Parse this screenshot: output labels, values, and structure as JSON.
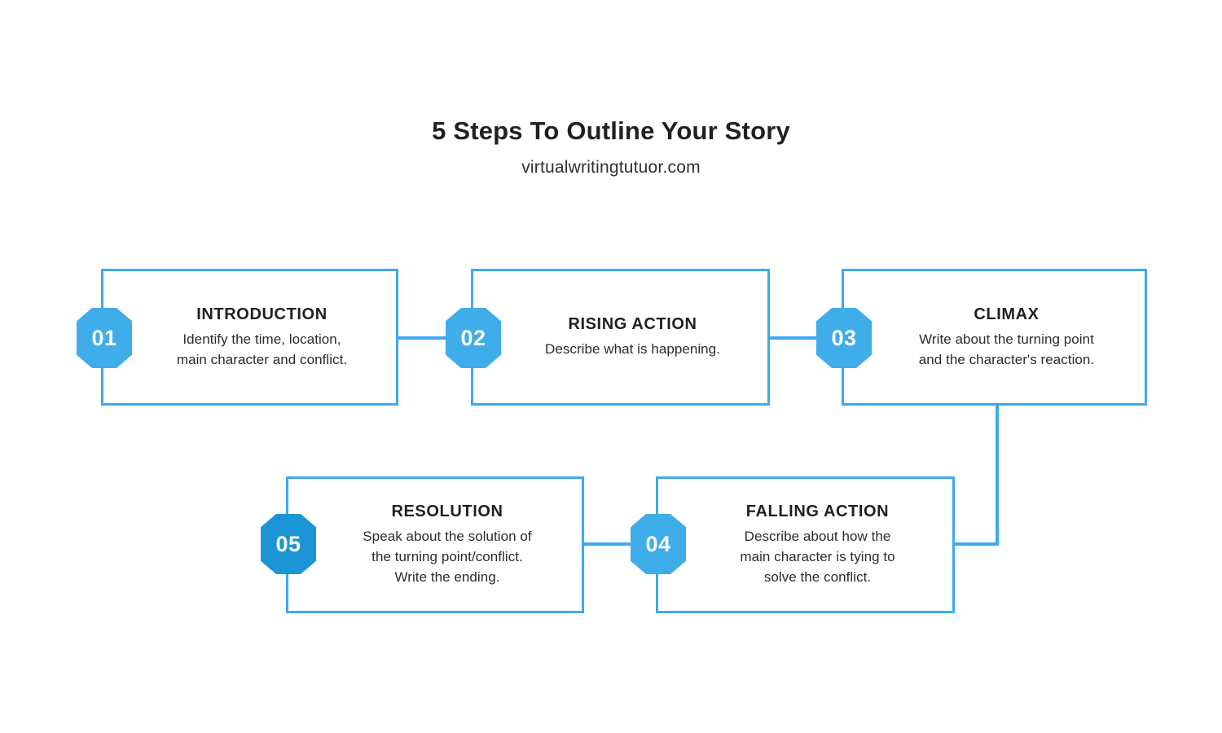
{
  "header": {
    "title": "5 Steps To Outline Your Story",
    "subtitle": "virtualwritingtutuor.com"
  },
  "colors": {
    "accent": "#3fa9ef",
    "badge": "#3fadea",
    "badge_deep": "#1b95d5",
    "text": "#231f20",
    "background": "#ffffff"
  },
  "steps": [
    {
      "number": "01",
      "title": "INTRODUCTION",
      "desc_lines": [
        "Identify the time, location,",
        "main character and conflict."
      ],
      "desc": "Identify the time, location, main character and conflict."
    },
    {
      "number": "02",
      "title": "RISING ACTION",
      "desc_lines": [
        "Describe what is happening."
      ],
      "desc": "Describe what is happening."
    },
    {
      "number": "03",
      "title": "CLIMAX",
      "desc_lines": [
        "Write about the turning point",
        "and the character's reaction."
      ],
      "desc": "Write about the turning point and the character's reaction."
    },
    {
      "number": "04",
      "title": "FALLING ACTION",
      "desc_lines": [
        "Describe about how the",
        "main character is tying to",
        "solve the conflict."
      ],
      "desc": "Describe about how the main character is tying to solve the conflict."
    },
    {
      "number": "05",
      "title": "RESOLUTION",
      "desc_lines": [
        "Speak about the solution of",
        "the turning point/conflict.",
        "Write the ending."
      ],
      "desc": "Speak about the solution of the turning point/conflict. Write the ending."
    }
  ],
  "flow": {
    "order": [
      "01",
      "02",
      "03",
      "04",
      "05"
    ],
    "connections": [
      {
        "from": "01",
        "to": "02",
        "type": "horizontal"
      },
      {
        "from": "02",
        "to": "03",
        "type": "horizontal"
      },
      {
        "from": "03",
        "to": "04",
        "type": "elbow-down-left"
      },
      {
        "from": "04",
        "to": "05",
        "type": "horizontal"
      }
    ]
  }
}
